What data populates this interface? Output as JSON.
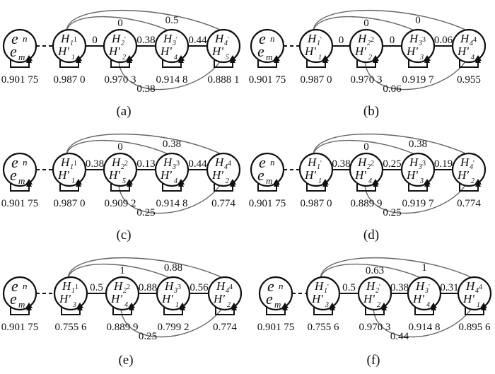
{
  "figure": {
    "panels": [
      {
        "caption": "(a)",
        "e_node": {
          "top": "e",
          "top_sup": "n",
          "bottom": "e",
          "bottom_sub": "m",
          "value": "0.901 75"
        },
        "nodes": [
          {
            "h": "H",
            "h_sub": "1",
            "hp": "H'",
            "hp_sub": "1",
            "sup": "1",
            "value": "0.987 0"
          },
          {
            "h": "H",
            "h_sub": "2",
            "hp": "H'",
            "hp_sub": "2",
            "sup": "'",
            "value": "0.970 3"
          },
          {
            "h": "H",
            "h_sub": "3",
            "hp": "H'",
            "hp_sub": "4",
            "sup": "'",
            "value": "0.914 8"
          },
          {
            "h": "H",
            "h_sub": "4",
            "hp": "H'",
            "hp_sub": "5",
            "sup": "'",
            "value": "0.888 1"
          }
        ],
        "edges": [
          "0",
          "0.38",
          "0.44"
        ],
        "arc_h1_h3": "0",
        "arc_h1_h4": "0.5",
        "arc_h2_h4": "0.38"
      },
      {
        "caption": "(b)",
        "e_node": {
          "top": "e",
          "top_sup": "n",
          "bottom": "e",
          "bottom_sub": "m",
          "value": "0.901 75"
        },
        "nodes": [
          {
            "h": "H",
            "h_sub": "1",
            "hp": "H'",
            "hp_sub": "1",
            "sup": "'",
            "value": "0.987 0"
          },
          {
            "h": "H",
            "h_sub": "2",
            "hp": "H'",
            "hp_sub": "2",
            "sup": "2",
            "value": "0.970 3"
          },
          {
            "h": "H",
            "h_sub": "3",
            "hp": "H'",
            "hp_sub": "3",
            "sup": "3",
            "value": "0.919 7"
          },
          {
            "h": "H",
            "h_sub": "4",
            "hp": "H'",
            "hp_sub": "4",
            "sup": "4",
            "value": "0.955"
          }
        ],
        "edges": [
          "0",
          "0",
          "0.06"
        ],
        "arc_h1_h3": "0",
        "arc_h1_h4": "0",
        "arc_h2_h4": "0.06"
      },
      {
        "caption": "(c)",
        "e_node": {
          "top": "e",
          "top_sup": "n",
          "bottom": "e",
          "bottom_sub": "m",
          "value": "0.901 75"
        },
        "nodes": [
          {
            "h": "H",
            "h_sub": "1",
            "hp": "H'",
            "hp_sub": "1",
            "sup": "1",
            "value": "0.987 0"
          },
          {
            "h": "H",
            "h_sub": "2",
            "hp": "H'",
            "hp_sub": "5",
            "sup": "2",
            "value": "0.909 2"
          },
          {
            "h": "H",
            "h_sub": "3",
            "hp": "H'",
            "hp_sub": "4",
            "sup": "3",
            "value": "0.914 8"
          },
          {
            "h": "H",
            "h_sub": "4",
            "hp": "H'",
            "hp_sub": "2",
            "sup": "4",
            "value": "0.774"
          }
        ],
        "edges": [
          "0.38",
          "0.13",
          "0.44"
        ],
        "arc_h1_h3": "0",
        "arc_h1_h4": "0.38",
        "arc_h2_h4": "0.25"
      },
      {
        "caption": "(d)",
        "e_node": {
          "top": "e",
          "top_sup": "n",
          "bottom": "e",
          "bottom_sub": "m",
          "value": "0.901 75"
        },
        "nodes": [
          {
            "h": "H",
            "h_sub": "1",
            "hp": "H'",
            "hp_sub": "1",
            "sup": "'",
            "value": "0.987 0"
          },
          {
            "h": "H",
            "h_sub": "2",
            "hp": "H'",
            "hp_sub": "4",
            "sup": "2",
            "value": "0.889 9"
          },
          {
            "h": "H",
            "h_sub": "3",
            "hp": "H'",
            "hp_sub": "3",
            "sup": "3",
            "value": "0.919 7"
          },
          {
            "h": "H",
            "h_sub": "4",
            "hp": "H'",
            "hp_sub": "2",
            "sup": "'",
            "value": "0.774"
          }
        ],
        "edges": [
          "0.38",
          "0.25",
          "0.19"
        ],
        "arc_h1_h3": "0",
        "arc_h1_h4": "0.38",
        "arc_h2_h4": "0.25"
      },
      {
        "caption": "(e)",
        "e_node": {
          "top": "e",
          "top_sup": "n",
          "bottom": "e",
          "bottom_sub": "m",
          "value": "0.901 75"
        },
        "nodes": [
          {
            "h": "H",
            "h_sub": "1",
            "hp": "H'",
            "hp_sub": "3",
            "sup": "1",
            "value": "0.755 6"
          },
          {
            "h": "H",
            "h_sub": "2",
            "hp": "H'",
            "hp_sub": "4",
            "sup": "2",
            "value": "0.889 9"
          },
          {
            "h": "H",
            "h_sub": "3",
            "hp": "H'",
            "hp_sub": "1",
            "sup": "3",
            "value": "0.799 2"
          },
          {
            "h": "H",
            "h_sub": "4",
            "hp": "H'",
            "hp_sub": "2",
            "sup": "4",
            "value": "0.774"
          }
        ],
        "edges": [
          "0.5",
          "0.88",
          "0.56"
        ],
        "arc_h1_h3": "1",
        "arc_h1_h4": "0.88",
        "arc_h2_h4": "0.25"
      },
      {
        "caption": "(f)",
        "e_node": {
          "top": "e",
          "top_sup": "n",
          "bottom": "e",
          "bottom_sub": "m",
          "value": "0.901 75"
        },
        "nodes": [
          {
            "h": "H",
            "h_sub": "1",
            "hp": "H'",
            "hp_sub": "3",
            "sup": "'",
            "value": "0.755 6"
          },
          {
            "h": "H",
            "h_sub": "2",
            "hp": "H'",
            "hp_sub": "2",
            "sup": "'",
            "value": "0.970 3"
          },
          {
            "h": "H",
            "h_sub": "3",
            "hp": "H'",
            "hp_sub": "4",
            "sup": "'",
            "value": "0.914 8"
          },
          {
            "h": "H",
            "h_sub": "4",
            "hp": "H'",
            "hp_sub": "1",
            "sup": "4",
            "value": "0.895 6"
          }
        ],
        "edges": [
          "0.5",
          "0.38",
          "0.31"
        ],
        "arc_h1_h3": "0.63",
        "arc_h1_h4": "1",
        "arc_h2_h4": "0.44"
      }
    ]
  }
}
